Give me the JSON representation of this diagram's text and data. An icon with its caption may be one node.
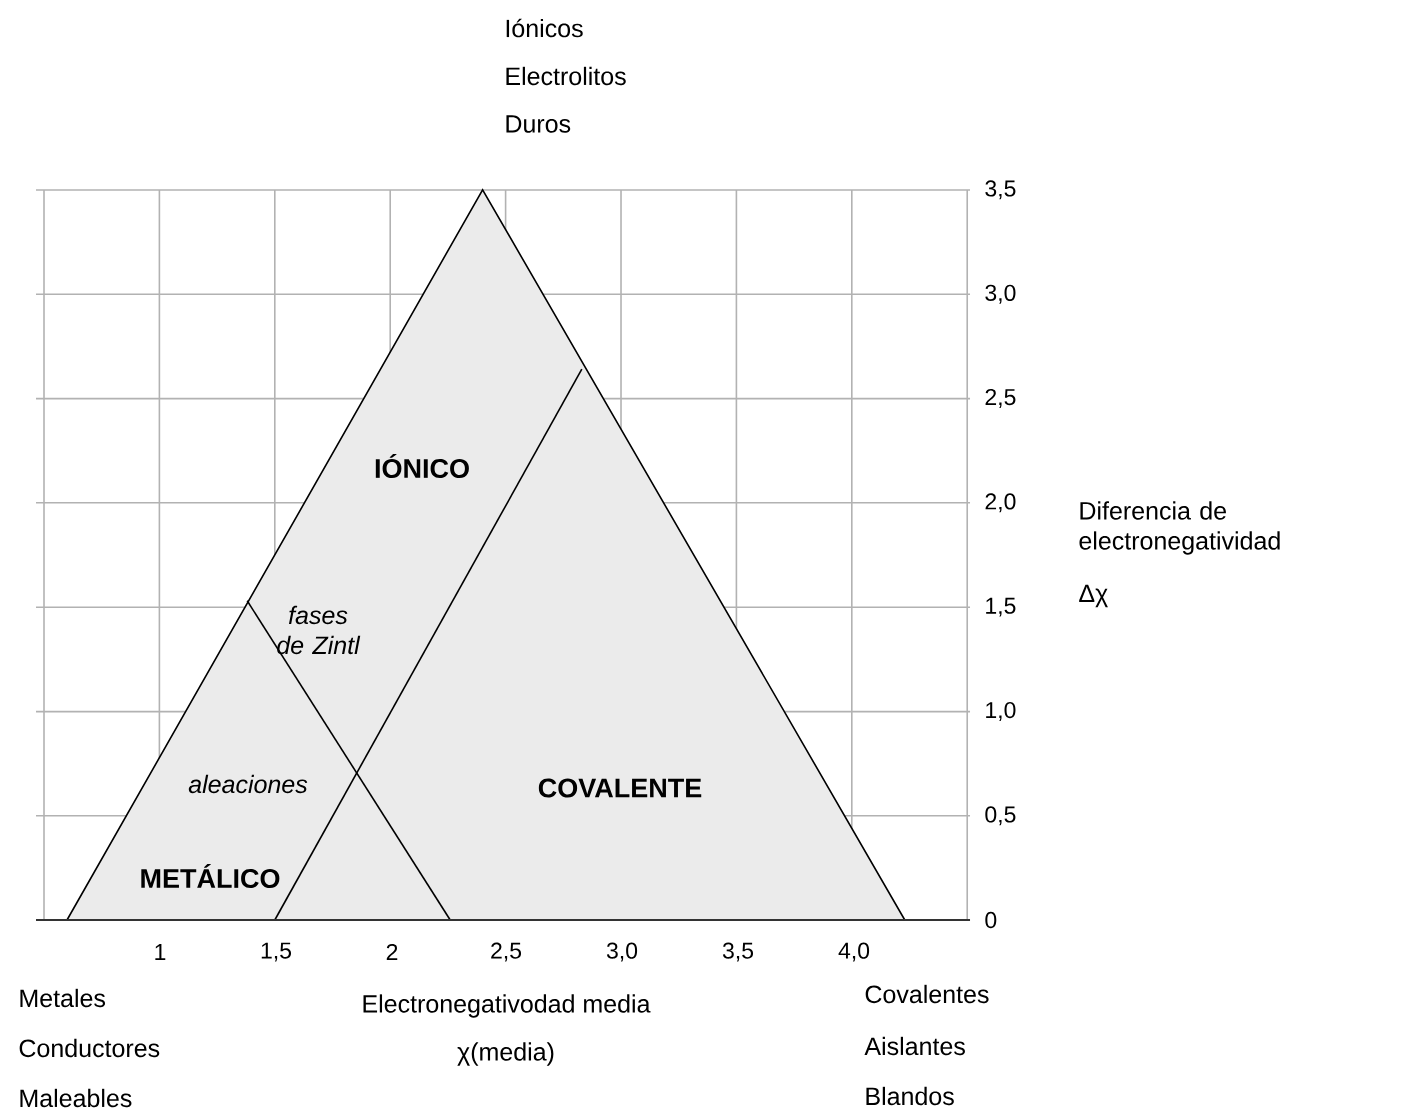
{
  "diagram": {
    "labels": [
      "Iónicos",
      "Electrolitos",
      "Duros",
      "3,5",
      "3,0",
      "2,5",
      "2,0",
      "1,5",
      "1,0",
      "0,5",
      "0",
      "IÓNICO",
      "Diferencia de electronegatividad",
      "Δχ",
      "fases de Zintl",
      "aleaciones",
      "COVALENTE",
      "METÁLICO",
      "1",
      "1,5",
      "2",
      "2,5",
      "3,0",
      "3,5",
      "4,0",
      "Metales",
      "Conductores",
      "Maleables",
      "Electronegativodad media",
      "χ(media)",
      "Covalentes",
      "Aislantes",
      "Blandos"
    ]
  }
}
